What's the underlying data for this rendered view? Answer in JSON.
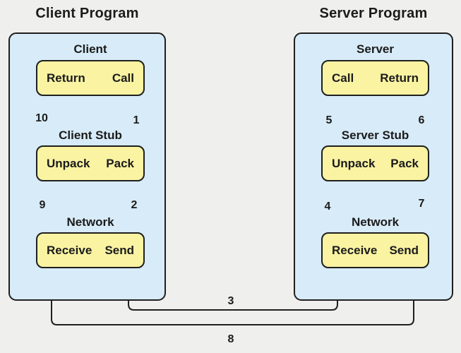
{
  "diagram": {
    "type": "rpc-call-flow",
    "client": {
      "title": "Client Program",
      "sections": [
        {
          "label": "Client",
          "left": "Return",
          "right": "Call"
        },
        {
          "label": "Client Stub",
          "left": "Unpack",
          "right": "Pack"
        },
        {
          "label": "Network",
          "left": "Receive",
          "right": "Send"
        }
      ]
    },
    "server": {
      "title": "Server Program",
      "sections": [
        {
          "label": "Server",
          "left": "Call",
          "right": "Return"
        },
        {
          "label": "Server Stub",
          "left": "Unpack",
          "right": "Pack"
        },
        {
          "label": "Network",
          "left": "Receive",
          "right": "Send"
        }
      ]
    },
    "steps": [
      "1",
      "2",
      "3",
      "4",
      "5",
      "6",
      "7",
      "8",
      "9",
      "10"
    ],
    "colors": {
      "background": "#efefed",
      "panel_fill": "#d7ebf8",
      "box_fill": "#f9f3a2",
      "line": "#1f1f1f"
    }
  }
}
